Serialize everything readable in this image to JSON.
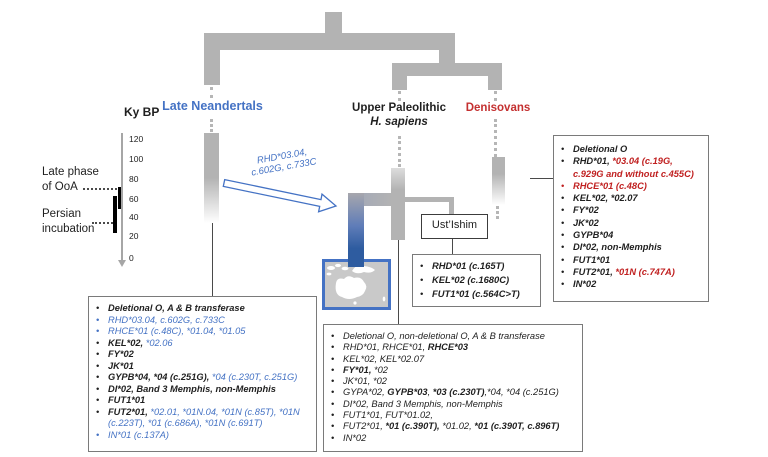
{
  "colors": {
    "k": "#1f1f1f",
    "bl": "#4472C4",
    "rd": "#c02020"
  },
  "timeline": {
    "axis_label": "Ky BP",
    "ticks": [
      "120",
      "100",
      "80",
      "60",
      "40",
      "20",
      "0"
    ],
    "late_phase_line1": "Late phase",
    "late_phase_line2": "of OoA",
    "persian_line1": "Persian",
    "persian_line2": "incubation"
  },
  "branches": {
    "neandertal": "Late Neandertals",
    "sapiens_line1": "Upper Paleolithic",
    "sapiens_line2": "H. sapiens",
    "denisovan": "Denisovans"
  },
  "arrow": {
    "line1": "RHD*03.04,",
    "line2": "c.602G, c.733C"
  },
  "ustishim": {
    "label": "Ust’Ishim"
  },
  "lists": {
    "ustishim": [
      [
        {
          "t": "RHD*01 (c.165T)",
          "c": "k",
          "b": true
        }
      ],
      [
        {
          "t": "KEL*02 (c.1680C)",
          "c": "k",
          "b": true
        }
      ],
      [
        {
          "t": "FUT1*01 (c.564C>T)",
          "c": "k",
          "b": true
        }
      ]
    ],
    "neandertal": [
      [
        {
          "t": "Deletional O, A & B transferase",
          "c": "k",
          "b": true
        }
      ],
      [
        {
          "t": "RHD*03.04, c.602G, c.733C",
          "c": "bl"
        }
      ],
      [
        {
          "t": "RHCE*01 (c.48C), *01.04, *01.05",
          "c": "bl"
        }
      ],
      [
        {
          "t": "KEL*02, ",
          "c": "k",
          "b": true
        },
        {
          "t": "*02.06",
          "c": "bl"
        }
      ],
      [
        {
          "t": "FY*02",
          "c": "k",
          "b": true
        }
      ],
      [
        {
          "t": "JK*01",
          "c": "k",
          "b": true
        }
      ],
      [
        {
          "t": "GYPB*04, *04 (c.251G), ",
          "c": "k",
          "b": true
        },
        {
          "t": "*04 (c.230T, c.251G)",
          "c": "bl"
        }
      ],
      [
        {
          "t": "DI*02, Band 3 Memphis, non-Memphis",
          "c": "k",
          "b": true
        }
      ],
      [
        {
          "t": "FUT1*01",
          "c": "k",
          "b": true
        }
      ],
      [
        {
          "t": "FUT2*01, ",
          "c": "k",
          "b": true
        },
        {
          "t": "*02.01, *01N.04, *01N (c.85T), *01N (c.223T), *01 (c.686A), *01N (c.691T)",
          "c": "bl"
        }
      ],
      [
        {
          "t": "IN*01 (c.137A)",
          "c": "bl"
        }
      ]
    ],
    "sapiens": [
      [
        {
          "t": "Deletional O, non-deletional O,  A & B transferase",
          "c": "k"
        }
      ],
      [
        {
          "t": "RHD*01, RHCE*01, ",
          "c": "k"
        },
        {
          "t": "RHCE*03",
          "c": "k",
          "b": true
        }
      ],
      [
        {
          "t": "KEL*02, KEL*02.07",
          "c": "k"
        }
      ],
      [
        {
          "t": "FY*01,",
          "c": "k",
          "b": true
        },
        {
          "t": " *02",
          "c": "k"
        }
      ],
      [
        {
          "t": "JK*01, *02",
          "c": "k"
        }
      ],
      [
        {
          "t": "GYPA*02, ",
          "c": "k"
        },
        {
          "t": "GYPB*03",
          "c": "k",
          "b": true
        },
        {
          "t": ", ",
          "c": "k"
        },
        {
          "t": "*03 (c.230T)",
          "c": "k",
          "b": true
        },
        {
          "t": ",*04, *04 (c.251G)",
          "c": "k"
        }
      ],
      [
        {
          "t": "DI*02, Band 3 Memphis, non-Memphis",
          "c": "k"
        }
      ],
      [
        {
          "t": "FUT1*01, FUT*01.02,",
          "c": "k"
        }
      ],
      [
        {
          "t": "FUT2*01, ",
          "c": "k"
        },
        {
          "t": "*01 (c.390T),",
          "c": "k",
          "b": true
        },
        {
          "t": " *01.02, ",
          "c": "k"
        },
        {
          "t": "*01 (c.390T, c.896T)",
          "c": "k",
          "b": true
        }
      ],
      [
        {
          "t": "IN*02",
          "c": "k"
        }
      ]
    ],
    "denisovan": [
      [
        {
          "t": "Deletional O",
          "c": "k",
          "b": true
        }
      ],
      [
        {
          "t": "RHD*01, ",
          "c": "k",
          "b": true
        },
        {
          "t": "*03.04 (c.19G, c.929G and without c.455C)",
          "c": "rd",
          "b": true
        }
      ],
      [
        {
          "t": "RHCE*01 (c.48C)",
          "c": "rd",
          "b": true
        }
      ],
      [
        {
          "t": "KEL*02, *02.07",
          "c": "k",
          "b": true
        }
      ],
      [
        {
          "t": "FY*02",
          "c": "k",
          "b": true
        }
      ],
      [
        {
          "t": "JK*02",
          "c": "k",
          "b": true
        }
      ],
      [
        {
          "t": "GYPB*04",
          "c": "k",
          "b": true
        }
      ],
      [
        {
          "t": "DI*02, non-Memphis",
          "c": "k",
          "b": true
        }
      ],
      [
        {
          "t": "FUT1*01",
          "c": "k",
          "b": true
        }
      ],
      [
        {
          "t": "FUT2*01, ",
          "c": "k",
          "b": true
        },
        {
          "t": "*01N (c.747A)",
          "c": "rd",
          "b": true
        }
      ],
      [
        {
          "t": "IN*02",
          "c": "k",
          "b": true
        }
      ]
    ]
  }
}
